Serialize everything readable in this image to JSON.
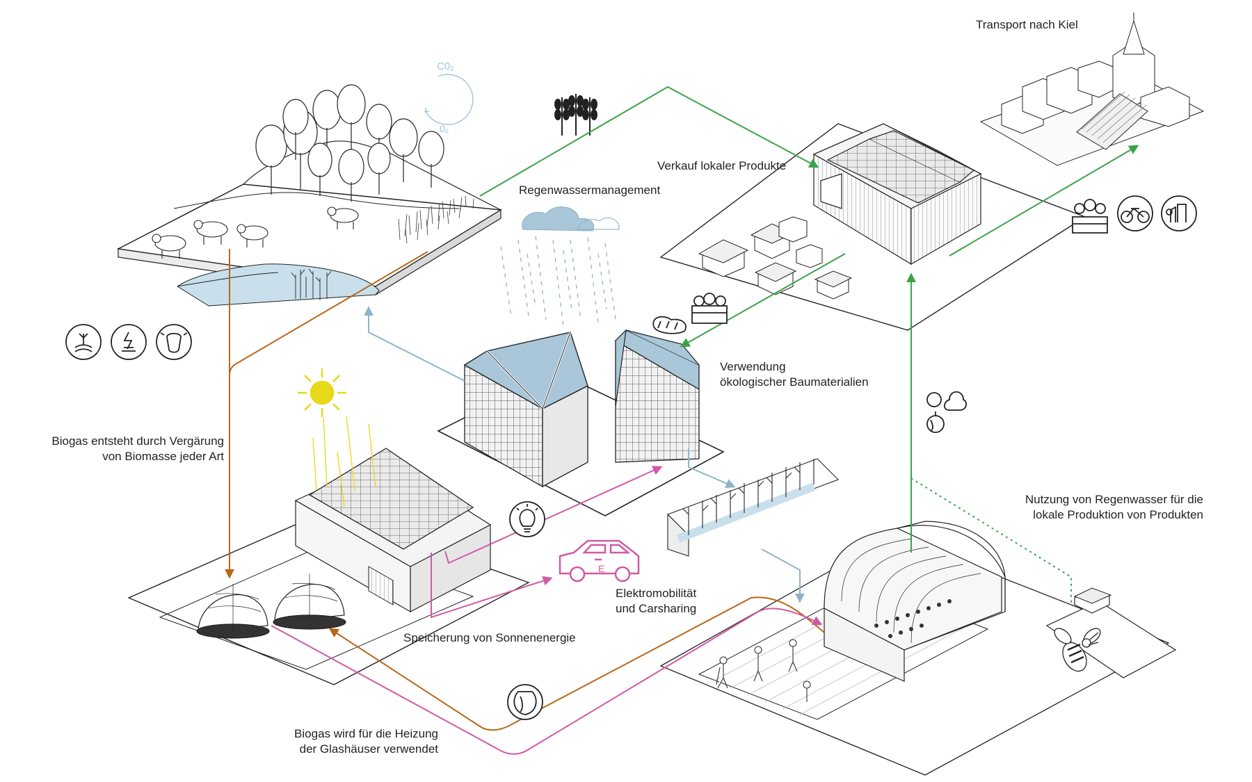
{
  "labels": {
    "transport": "Transport nach Kiel",
    "verkauf": "Verkauf lokaler Produkte",
    "regenwasser": "Regenwassermanagement",
    "baumaterial_1": "Verwendung",
    "baumaterial_2": "ökologischer Baumaterialien",
    "biogas_entsteht_1": "Biogas entsteht durch Vergärung",
    "biogas_entsteht_2": "von Biomasse jeder Art",
    "elektro_1": "Elektromobilität",
    "elektro_2": "und Carsharing",
    "speicherung": "Speicherung von Sonnenenergie",
    "nutzung_1": "Nutzung von Regenwasser für die",
    "nutzung_2": "lokale  Produktion von Produkten",
    "biogas_heizung_1": "Biogas wird für die Heizung",
    "biogas_heizung_2": "der Glashäuser verwendet",
    "co2": "C0₂",
    "o2": "0₂",
    "car_letter": "E"
  },
  "colors": {
    "green": "#3aa34a",
    "brown": "#b8661a",
    "pink": "#d05aa5",
    "blue_flow": "#8fb4c8",
    "water": "#c9dfec",
    "roof_glass": "#a9c7d8",
    "sun": "#e8d81a",
    "line": "#222222"
  },
  "icons": [
    "wheat-icon",
    "agriculture-icon",
    "biogas-energy-icon",
    "cow-icon",
    "food-crate-icon",
    "bicycle-icon",
    "city-icon",
    "bread-vegetables-icon",
    "vegetables-icon",
    "lightbulb-icon",
    "electric-car-icon",
    "compost-icon",
    "bee-icon",
    "co2-cycle-icon",
    "sun-icon",
    "cloud-icon"
  ]
}
